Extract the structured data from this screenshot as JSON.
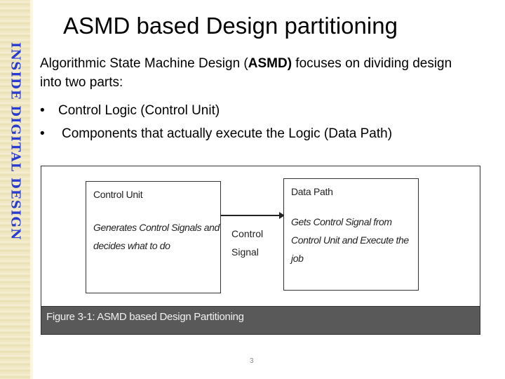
{
  "sidebar": {
    "vertical_text": "INSIDE DIGITAL DESIGN",
    "text_color": "#2a3ccf",
    "background_color": "#efe6bf"
  },
  "slide": {
    "title": "ASMD based Design partitioning",
    "intro": {
      "before": "Algorithmic State Machine Design (",
      "bold": "ASMD)",
      "after": " focuses on dividing design into two parts:"
    },
    "bullets": [
      {
        "marker": "•",
        "text": "Control Logic (Control Unit)"
      },
      {
        "marker": "•",
        "text": "Components that actually execute the Logic (Data Path)"
      }
    ],
    "page_number": "3"
  },
  "figure": {
    "control_unit": {
      "title": "Control Unit",
      "description": "Generates Control Signals and decides what to do"
    },
    "signal_label": {
      "line1": "Control",
      "line2": "Signal"
    },
    "data_path": {
      "title": "Data Path",
      "description": "Gets Control Signal from Control Unit and Execute the job"
    },
    "caption": "Figure 3-1: ASMD based Design Partitioning",
    "caption_bg_color": "#595959"
  }
}
